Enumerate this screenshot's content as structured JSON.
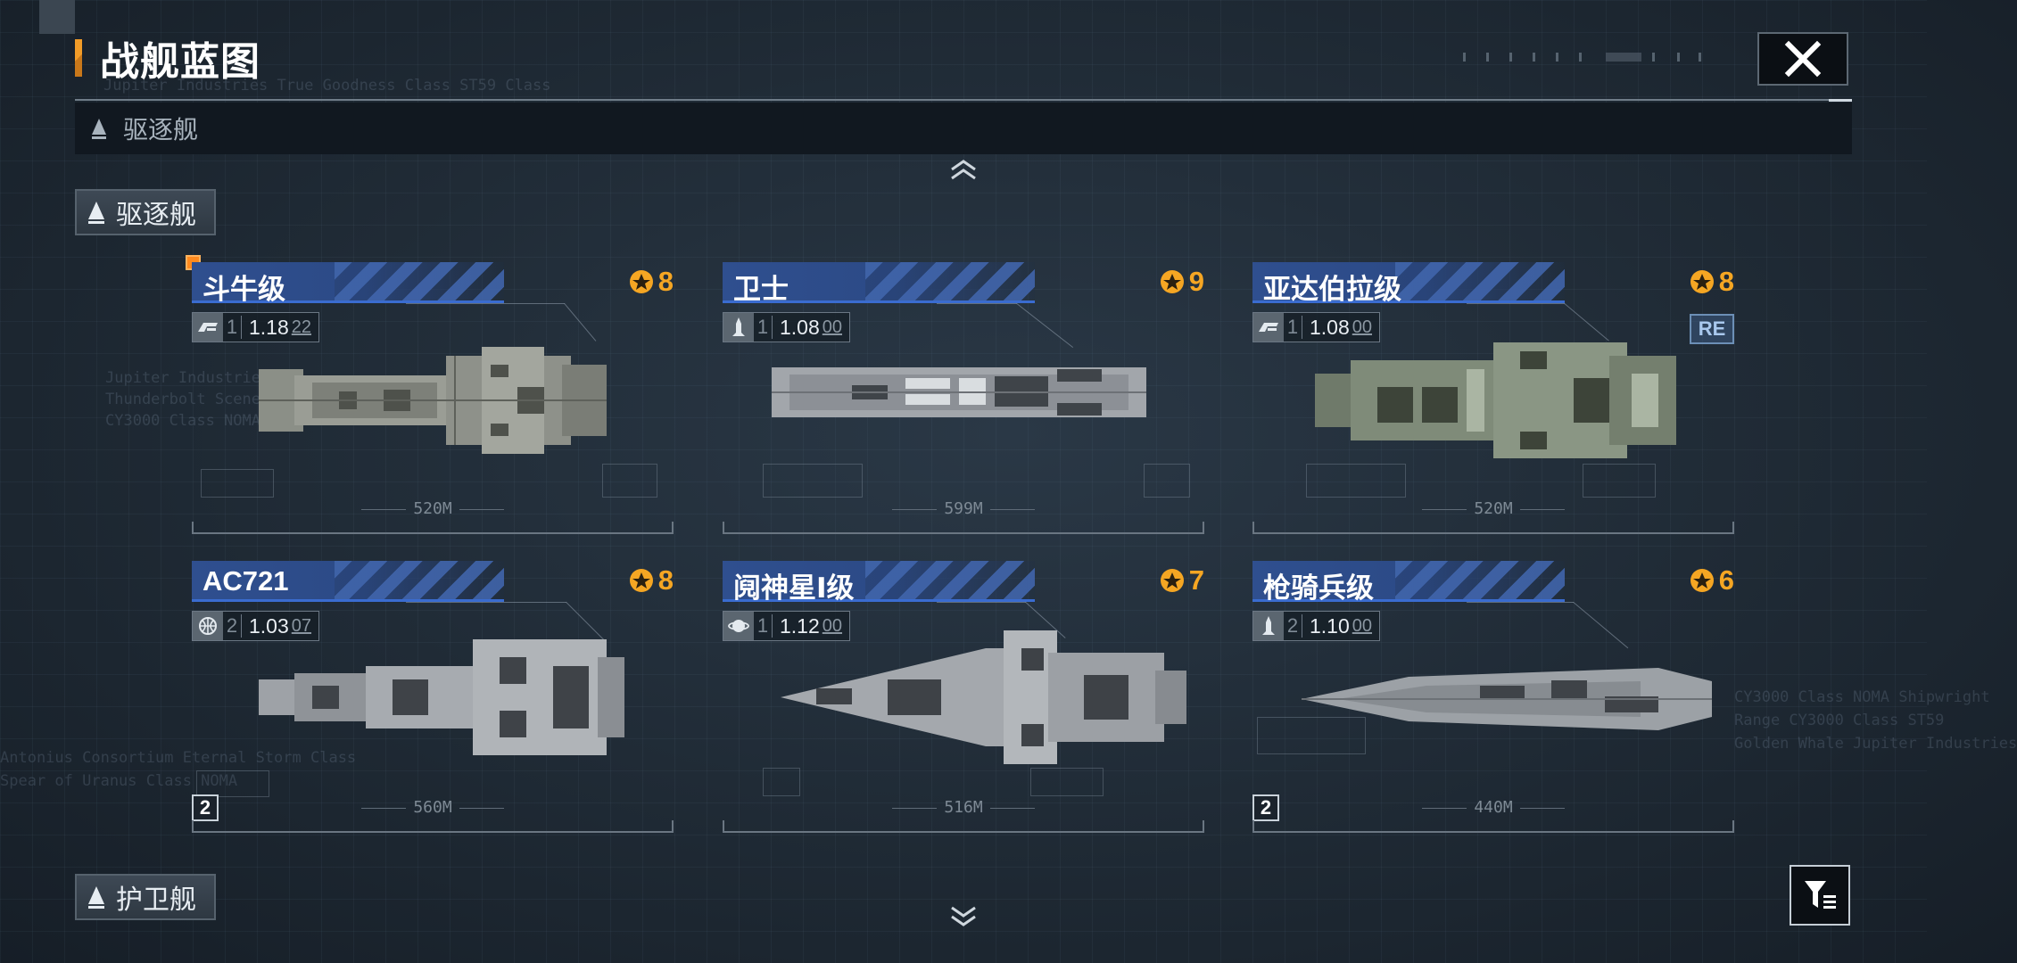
{
  "header": {
    "title": "战舰蓝图",
    "close_icon": "close-icon",
    "ghost_captions": [
      "Jupiter Industries  True Goodness Class  ST59 Class"
    ]
  },
  "category_bar": {
    "label": "驱逐舰",
    "icon": "destroyer-icon"
  },
  "sections": [
    {
      "label": "驱逐舰",
      "cards": [
        {
          "name": "斗牛级",
          "level": "8",
          "tier": "1",
          "version": "1.18",
          "sub": "22",
          "length": "520M",
          "ship_icon": "carrier-icon"
        },
        {
          "name": "卫士",
          "level": "9",
          "tier": "1",
          "version": "1.08",
          "sub": "00",
          "length": "599M",
          "ship_icon": "frigate-icon"
        },
        {
          "name": "亚达伯拉级",
          "level": "8",
          "tier": "1",
          "version": "1.08",
          "sub": "00",
          "length": "520M",
          "badge": "RE",
          "ship_icon": "carrier-icon"
        },
        {
          "name": "AC721",
          "level": "8",
          "tier": "2",
          "version": "1.03",
          "sub": "07",
          "length": "560M",
          "count": "2",
          "ship_icon": "globe-icon"
        },
        {
          "name": "阋神星Ⅰ级",
          "level": "7",
          "tier": "1",
          "version": "1.12",
          "sub": "00",
          "length": "516M",
          "ship_icon": "planet-icon"
        },
        {
          "name": "枪骑兵级",
          "level": "6",
          "tier": "2",
          "version": "1.10",
          "sub": "00",
          "length": "440M",
          "count": "2",
          "ship_icon": "frigate-icon"
        }
      ]
    },
    {
      "label": "护卫舰",
      "cards": []
    }
  ],
  "ghost_text": [
    "Jupiter Industries",
    "Thunderbolt Scene",
    "CY3000 Class NOMA",
    "Antonius Consortium Eternal Storm Class",
    "Spear of Uranus Class NOMA",
    "CY3000 Class NOMA Shipwright",
    "Range CY3000 Class ST59",
    "Golden Whale Jupiter Industries"
  ],
  "filter_icon": "filter-icon",
  "colors": {
    "accent": "#f29c28",
    "card_header": "#2f4f8f",
    "level": "#f5a623"
  }
}
